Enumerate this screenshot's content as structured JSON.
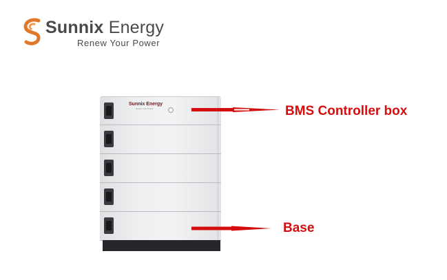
{
  "logo": {
    "name_bold": "Sunnix",
    "name_rest": " Energy",
    "tagline": "Renew Your Power",
    "colors": {
      "swirl": "#e0782a",
      "text": "#4a4a4a"
    }
  },
  "product": {
    "panel_brand": "Sunnix Energy",
    "panel_sub": "Renew Your Power",
    "module_count": 5
  },
  "callouts": [
    {
      "label": "BMS Controller box"
    },
    {
      "label": "Base"
    }
  ],
  "colors": {
    "callout": "#d40e0e"
  }
}
